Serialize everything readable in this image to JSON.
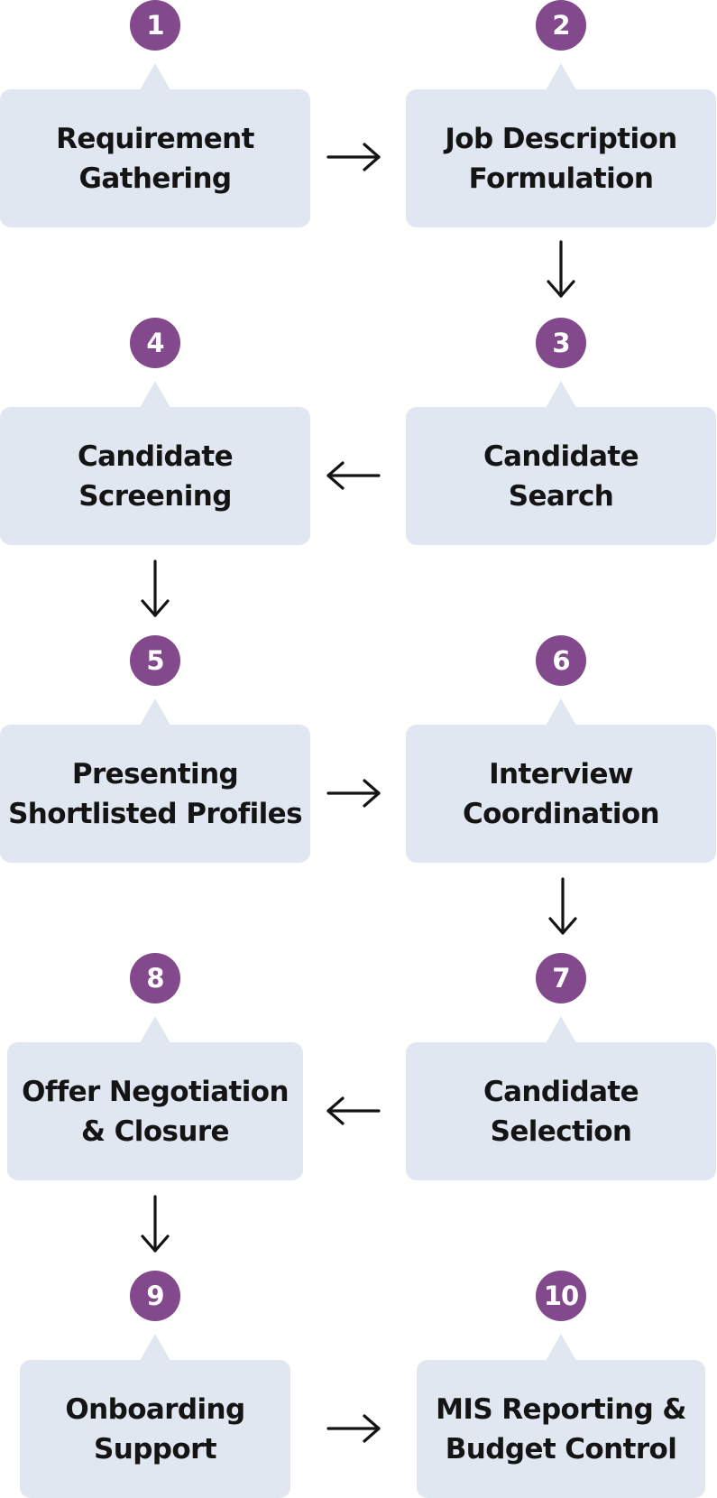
{
  "steps": [
    {
      "number": "1",
      "lines": [
        "Requirement",
        "Gathering"
      ]
    },
    {
      "number": "2",
      "lines": [
        "Job Description",
        "Formulation"
      ]
    },
    {
      "number": "3",
      "lines": [
        "Candidate",
        "Search"
      ]
    },
    {
      "number": "4",
      "lines": [
        "Candidate",
        "Screening"
      ]
    },
    {
      "number": "5",
      "lines": [
        "Presenting",
        "Shortlisted Profiles"
      ]
    },
    {
      "number": "6",
      "lines": [
        "Interview",
        "Coordination"
      ]
    },
    {
      "number": "7",
      "lines": [
        "Candidate",
        "Selection"
      ]
    },
    {
      "number": "8",
      "lines": [
        "Offer Negotiation",
        "& Closure"
      ]
    },
    {
      "number": "9",
      "lines": [
        "Onboarding",
        "Support"
      ]
    },
    {
      "number": "10",
      "lines": [
        "MIS Reporting &",
        "Budget Control"
      ]
    }
  ],
  "connections": [
    {
      "from": "1",
      "to": "2",
      "direction": "right"
    },
    {
      "from": "2",
      "to": "3",
      "direction": "down"
    },
    {
      "from": "3",
      "to": "4",
      "direction": "left"
    },
    {
      "from": "4",
      "to": "5",
      "direction": "down"
    },
    {
      "from": "5",
      "to": "6",
      "direction": "right"
    },
    {
      "from": "6",
      "to": "7",
      "direction": "down"
    },
    {
      "from": "7",
      "to": "8",
      "direction": "left"
    },
    {
      "from": "8",
      "to": "9",
      "direction": "down"
    },
    {
      "from": "9",
      "to": "10",
      "direction": "right"
    }
  ],
  "colors": {
    "badge": "#824a8d",
    "box": "#e0e7f1",
    "text": "#141414",
    "arrow": "#141414"
  }
}
